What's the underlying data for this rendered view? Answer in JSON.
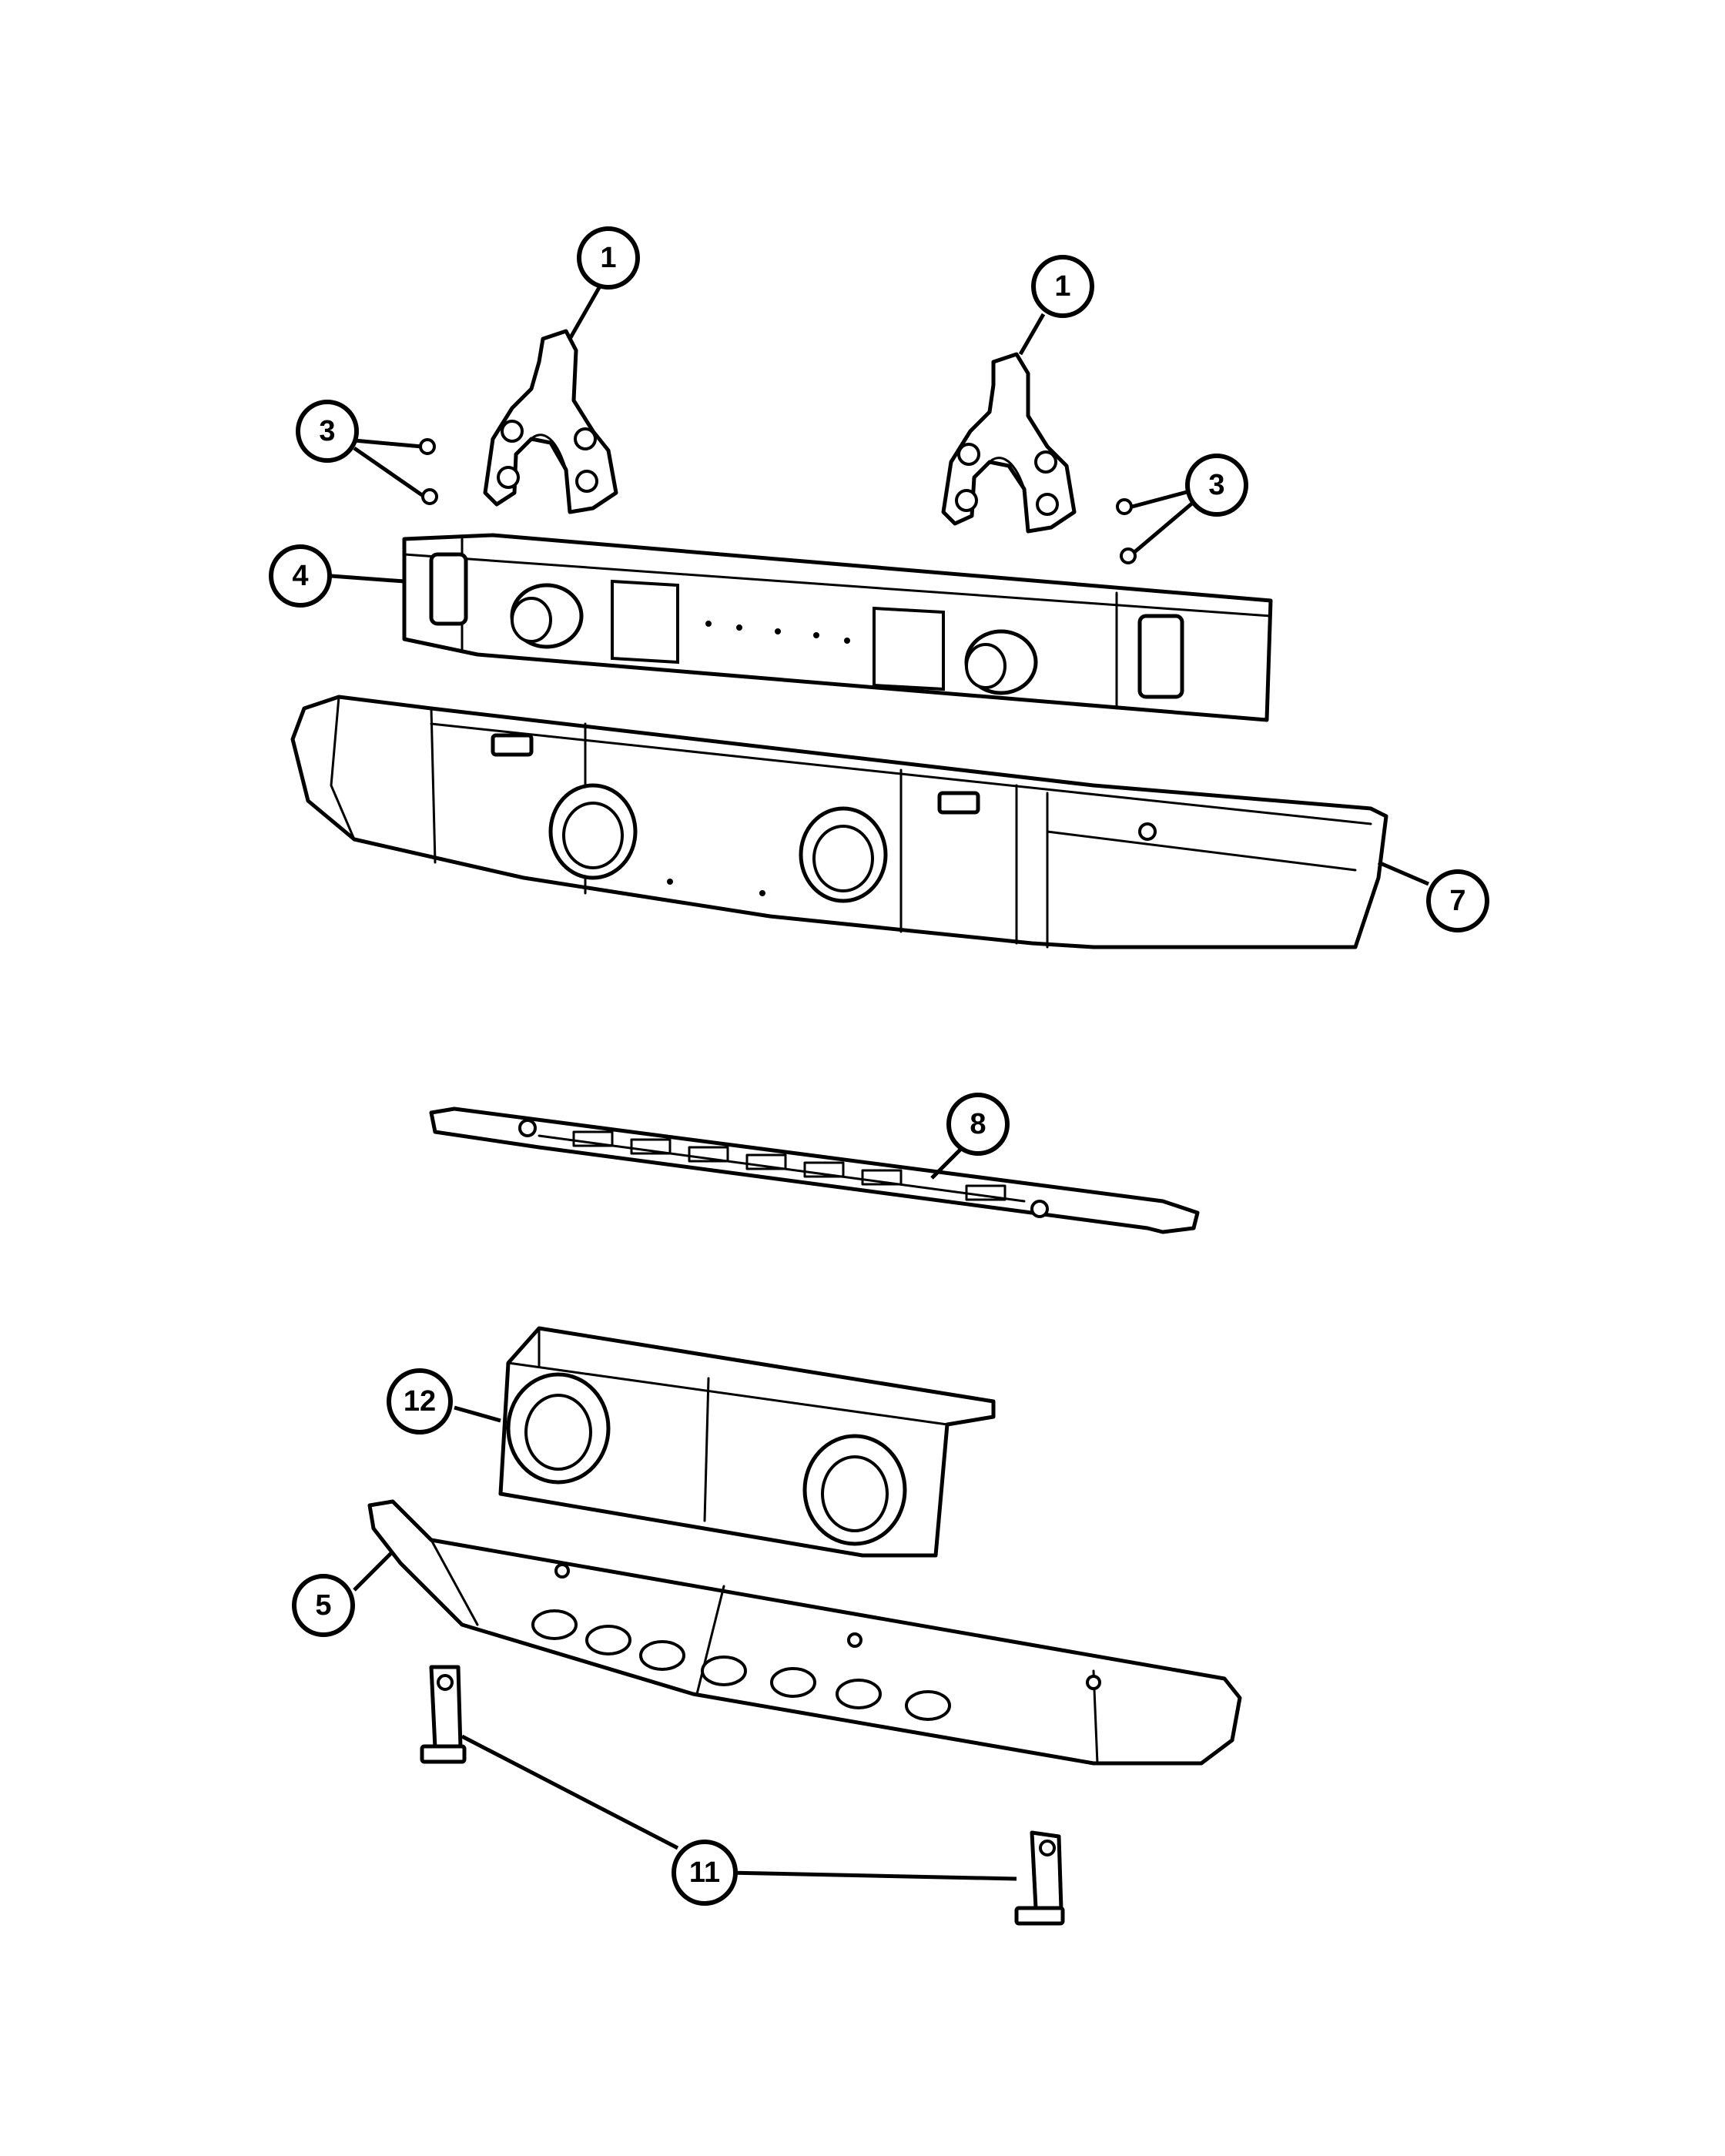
{
  "callouts": [
    {
      "id": "c1a",
      "label": "1"
    },
    {
      "id": "c1b",
      "label": "1"
    },
    {
      "id": "c3a",
      "label": "3"
    },
    {
      "id": "c3b",
      "label": "3"
    },
    {
      "id": "c4",
      "label": "4"
    },
    {
      "id": "c7",
      "label": "7"
    },
    {
      "id": "c8",
      "label": "8"
    },
    {
      "id": "c12",
      "label": "12"
    },
    {
      "id": "c5",
      "label": "5"
    },
    {
      "id": "c11",
      "label": "11"
    }
  ],
  "colors": {
    "line": "#000000",
    "background": "#ffffff"
  }
}
